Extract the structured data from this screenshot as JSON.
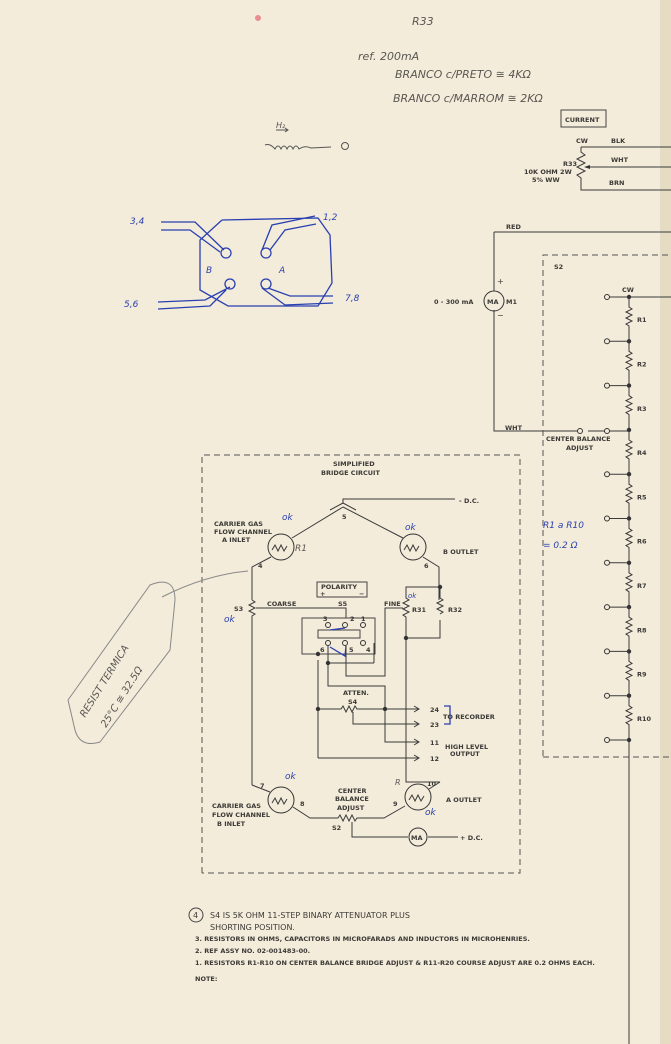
{
  "handwritten": {
    "r33_title": "R33",
    "ref": "ref. 200mA",
    "white_black": "BRANCO c/PRETO ≅ 4KΩ",
    "white_brown": "BRANCO c/MARROM ≅ 2KΩ",
    "h2_label": "H₂",
    "pins_34": "3,4",
    "pins_12": "1,2",
    "pins_56": "5,6",
    "pins_78": "7,8",
    "cell_b": "B",
    "cell_a": "A",
    "resist_termica": "RESIST TERMICA",
    "resist_value": "25°C ≅ 32.5Ω",
    "r1_r10_note_1": "R1 a R10",
    "r1_r10_note_2": "= 0.2 Ω",
    "ok": "ok",
    "r1_mark": "R1",
    "r_mark": "R"
  },
  "current_control": {
    "box_label": "CURRENT",
    "cw": "CW",
    "blk": "BLK",
    "wht": "WHT",
    "brn": "BRN",
    "r33": "R33",
    "r33_spec1": "10K OHM 2W",
    "r33_spec2": "5% WW"
  },
  "meter": {
    "red": "RED",
    "wht": "WHT",
    "range": "0 - 300 mA",
    "ma": "MA",
    "m1": "M1",
    "plus": "+",
    "minus": "−"
  },
  "s2_block": {
    "label": "S2",
    "cw": "CW",
    "center_balance_1": "CENTER BALANCE",
    "center_balance_2": "ADJUST",
    "resistors": [
      "R1",
      "R2",
      "R3",
      "R4",
      "R5",
      "R6",
      "R7",
      "R8",
      "R9",
      "R10"
    ]
  },
  "bridge": {
    "title1": "SIMPLIFIED",
    "title2": "BRIDGE CIRCUIT",
    "neg_dc": "- D.C.",
    "pos_dc": "+ D.C.",
    "node5": "5",
    "node4": "4",
    "node6": "6",
    "node7": "7",
    "node8": "8",
    "node9": "9",
    "node10": "10",
    "a_inlet_1": "CARRIER GAS",
    "a_inlet_2": "FLOW CHANNEL",
    "a_inlet_3": "A INLET",
    "b_outlet": "B OUTLET",
    "b_inlet_1": "CARRIER GAS",
    "b_inlet_2": "FLOW CHANNEL",
    "b_inlet_3": "B INLET",
    "a_outlet": "A OUTLET",
    "polarity": "POLARITY",
    "pol_plus": "+",
    "pol_minus": "−",
    "s3": "S3",
    "coarse": "COARSE",
    "s5": "S5",
    "fine": "FINE",
    "r31": "R31",
    "r32": "R32",
    "sw_pins": [
      "1",
      "2",
      "3",
      "4",
      "5",
      "6"
    ],
    "atten": "ATTEN.",
    "s4": "S4",
    "out24": "24",
    "out23": "23",
    "out11": "11",
    "out12": "12",
    "to_recorder": "TO RECORDER",
    "high_level_1": "HIGH LEVEL",
    "high_level_2": "OUTPUT",
    "center_1": "CENTER",
    "center_2": "BALANCE",
    "center_3": "ADJUST",
    "s2": "S2",
    "ma": "MA"
  },
  "notes": {
    "n4_num": "4",
    "n4_line1": "S4 IS 5K OHM 11-STEP BINARY ATTENUATOR PLUS",
    "n4_line2": "SHORTING POSITION.",
    "n3": "3. RESISTORS IN OHMS, CAPACITORS IN MICROFARADS AND INDUCTORS IN MICROHENRIES.",
    "n2": "2. REF ASSY NO. 02-001483-00.",
    "n1": "1. RESISTORS R1-R10 ON CENTER BALANCE BRIDGE ADJUST & R11-R20 COURSE ADJUST ARE 0.2 OHMS EACH.",
    "note_label": "NOTE:"
  }
}
